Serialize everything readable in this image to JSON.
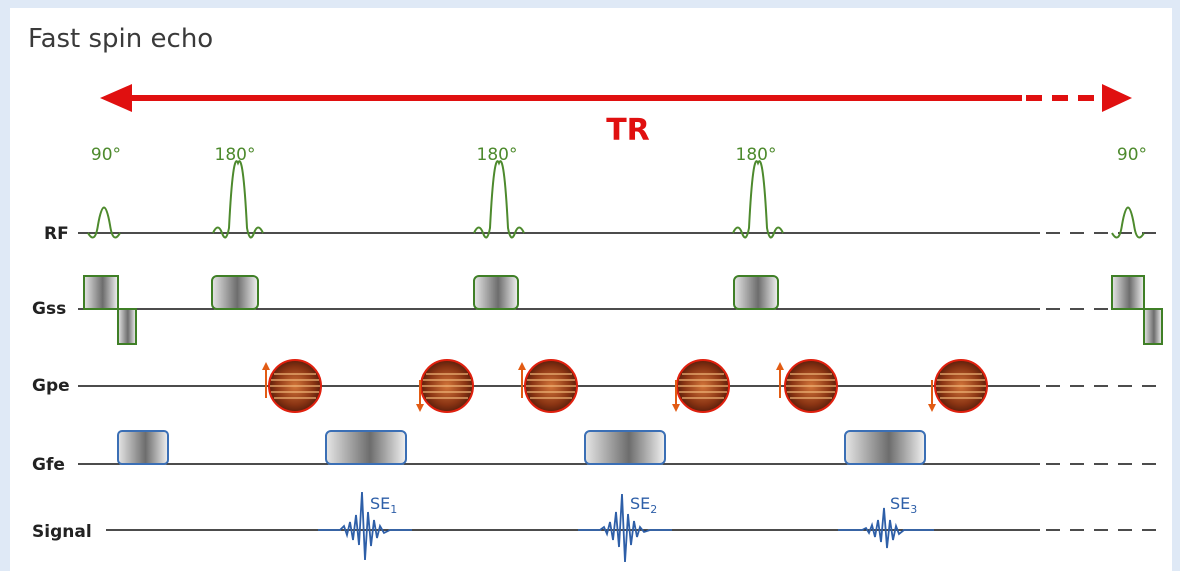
{
  "title": "Fast spin echo",
  "tr_label": "TR",
  "rows": {
    "rf": "RF",
    "gss": "Gss",
    "gpe": "Gpe",
    "gfe": "Gfe",
    "signal": "Signal"
  },
  "rf_pulses": [
    {
      "label": "90°",
      "type": "90"
    },
    {
      "label": "180°",
      "type": "180"
    },
    {
      "label": "180°",
      "type": "180"
    },
    {
      "label": "180°",
      "type": "180"
    },
    {
      "label": "90°",
      "type": "90"
    }
  ],
  "echoes": [
    {
      "label": "SE",
      "sub": "1"
    },
    {
      "label": "SE",
      "sub": "2"
    },
    {
      "label": "SE",
      "sub": "3"
    }
  ],
  "colors": {
    "tr_arrow": "#e01010",
    "rf_pulse": "#4d8a2d",
    "gss_border": "#3f7f26",
    "gfe_border": "#3b6fb5",
    "signal": "#2e5fa8",
    "phase_blob": "#7a2a12",
    "phase_arrow": "#e25b13"
  }
}
